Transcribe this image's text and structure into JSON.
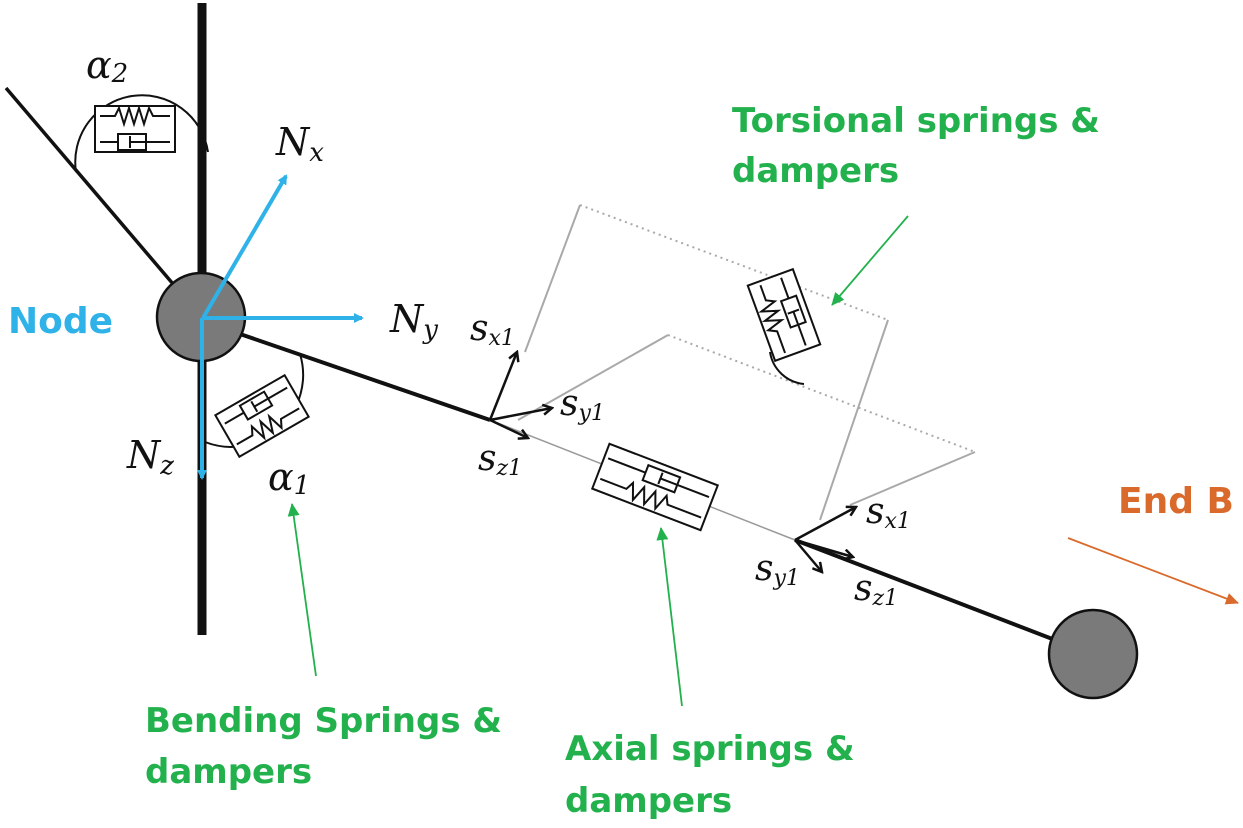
{
  "colors": {
    "green": "#22b14c",
    "blue": "#2fb2e8",
    "orange": "#d96a2b",
    "node_fill": "#7a7a7a",
    "black": "#111111",
    "gray_line": "#a9a9a9"
  },
  "labels": {
    "node": "Node",
    "end_b": "End B",
    "torsional_line1": "Torsional springs &",
    "torsional_line2": "dampers",
    "bending_line1": "Bending Springs &",
    "bending_line2": "dampers",
    "axial_line1": "Axial springs &",
    "axial_line2": "dampers"
  },
  "math": {
    "alpha": "α",
    "alpha2_sub": "2",
    "alpha1_sub": "1",
    "N": "N",
    "Nx_sub": "x",
    "Ny_sub": "y",
    "Nz_sub": "z",
    "s": "s",
    "x1_sub": "x1",
    "y1_sub": "y1",
    "z1_sub": "z1"
  }
}
